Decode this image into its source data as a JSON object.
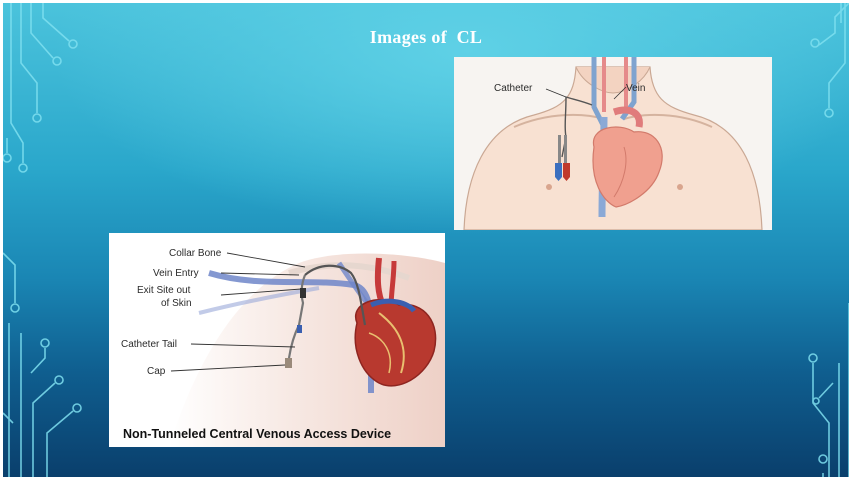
{
  "slide": {
    "title": "Images of  CL"
  },
  "image_top": {
    "labels": {
      "catheter": "Catheter",
      "vein": "Vein"
    }
  },
  "image_bottom": {
    "labels": {
      "collar_bone": "Collar Bone",
      "vein_entry": "Vein Entry",
      "exit_site_line1": "Exit Site out",
      "exit_site_line2": "of Skin",
      "catheter_tail": "Catheter Tail",
      "cap": "Cap"
    },
    "caption": "Non-Tunneled Central Venous Access Device"
  },
  "colors": {
    "bg_top": "#4bc3dc",
    "bg_bottom": "#0a3f6c",
    "circuit": "#7fe0f0",
    "title": "#ffffff"
  }
}
